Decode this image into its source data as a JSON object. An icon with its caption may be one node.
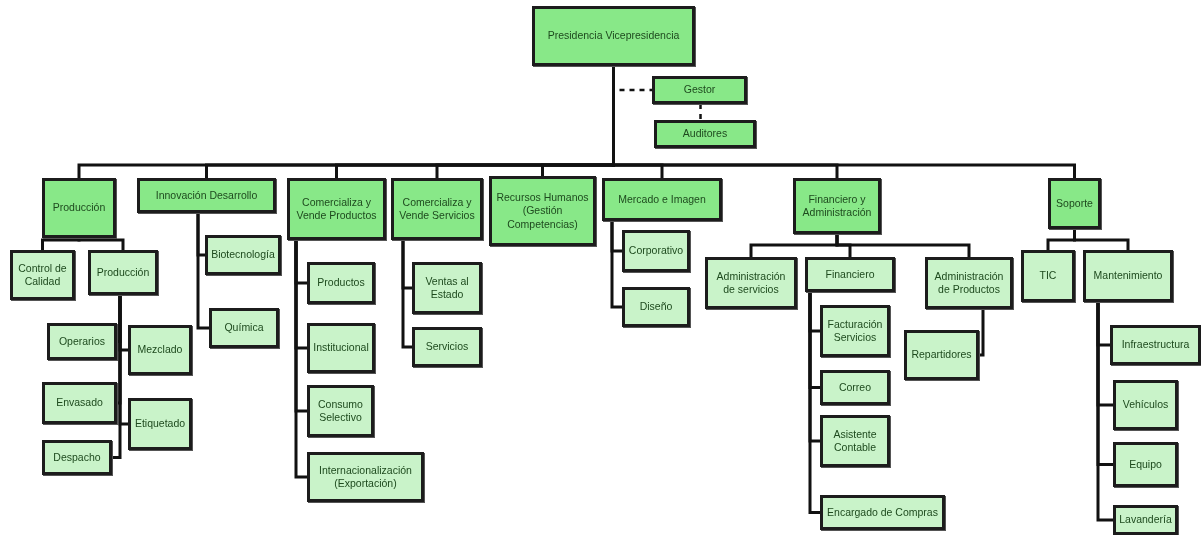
{
  "diagram": {
    "nodes": [
      {
        "text": [
          "Presidencia Vicepresidencia"
        ]
      },
      {
        "text": [
          "Gestor"
        ]
      },
      {
        "text": [
          "Auditores"
        ]
      },
      {
        "text": [
          "Producción"
        ]
      },
      {
        "text": [
          "Innovación Desarrollo"
        ]
      },
      {
        "text": [
          "Comercializa y Vende Productos"
        ]
      },
      {
        "text": [
          "Comercializa y Vende Servicios"
        ]
      },
      {
        "text": [
          "Recursos Humanos (Gestión Competencias)"
        ]
      },
      {
        "text": [
          "Mercado e Imagen"
        ]
      },
      {
        "text": [
          "Financiero y Administración"
        ]
      },
      {
        "text": [
          "Soporte"
        ]
      },
      {
        "text": [
          "Control de Calidad"
        ]
      },
      {
        "text": [
          "Producción"
        ]
      },
      {
        "text": [
          "Operarios"
        ]
      },
      {
        "text": [
          "Mezclado"
        ]
      },
      {
        "text": [
          "Envasado"
        ]
      },
      {
        "text": [
          "Etiquetado"
        ]
      },
      {
        "text": [
          "Despacho"
        ]
      },
      {
        "text": [
          "Biotecnología"
        ]
      },
      {
        "text": [
          "Química"
        ]
      },
      {
        "text": [
          "Productos"
        ]
      },
      {
        "text": [
          "Institucional"
        ]
      },
      {
        "text": [
          "Consumo Selectivo"
        ]
      },
      {
        "text": [
          "Internacionalización (Exportación)"
        ]
      },
      {
        "text": [
          "Ventas al Estado"
        ]
      },
      {
        "text": [
          "Servicios"
        ]
      },
      {
        "text": [
          "Corporativo"
        ]
      },
      {
        "text": [
          "Diseño"
        ]
      },
      {
        "text": [
          "Administración de servicios"
        ]
      },
      {
        "text": [
          "Financiero"
        ]
      },
      {
        "text": [
          "Administración de Productos"
        ]
      },
      {
        "text": [
          "Facturación Servicios"
        ]
      },
      {
        "text": [
          "Correo"
        ]
      },
      {
        "text": [
          "Asistente Contable"
        ]
      },
      {
        "text": [
          "Encargado de Compras"
        ]
      },
      {
        "text": [
          "Repartidores"
        ]
      },
      {
        "text": [
          "TIC"
        ]
      },
      {
        "text": [
          "Mantenimiento"
        ]
      },
      {
        "text": [
          "Infraestructura"
        ]
      },
      {
        "text": [
          "Vehículos"
        ]
      },
      {
        "text": [
          "Equipo"
        ]
      },
      {
        "text": [
          "Lavandería"
        ]
      }
    ],
    "edges": [
      {
        "from": 0,
        "to": 1,
        "arrow": "none",
        "style": "dashed"
      },
      {
        "from": 1,
        "to": 2,
        "arrow": "none",
        "style": "dashed"
      },
      {
        "from": 0,
        "to": 3,
        "arrow": "none"
      },
      {
        "from": 0,
        "to": 4,
        "arrow": "none"
      },
      {
        "from": 0,
        "to": 5,
        "arrow": "none"
      },
      {
        "from": 0,
        "to": 6,
        "arrow": "none"
      },
      {
        "from": 0,
        "to": 7,
        "arrow": "none"
      },
      {
        "from": 0,
        "to": 8,
        "arrow": "none"
      },
      {
        "from": 0,
        "to": 9,
        "arrow": "none"
      },
      {
        "from": 0,
        "to": 10,
        "arrow": "none"
      },
      {
        "from": 3,
        "to": 11,
        "arrow": "none"
      },
      {
        "from": 3,
        "to": 12,
        "arrow": "none"
      },
      {
        "from": 12,
        "to": 13,
        "arrow": "none"
      },
      {
        "from": 12,
        "to": 14,
        "arrow": "none"
      },
      {
        "from": 12,
        "to": 15,
        "arrow": "none"
      },
      {
        "from": 12,
        "to": 16,
        "arrow": "none"
      },
      {
        "from": 12,
        "to": 17,
        "arrow": "none"
      },
      {
        "from": 4,
        "to": 18,
        "arrow": "none"
      },
      {
        "from": 4,
        "to": 19,
        "arrow": "none"
      },
      {
        "from": 5,
        "to": 20,
        "arrow": "none"
      },
      {
        "from": 5,
        "to": 21,
        "arrow": "none"
      },
      {
        "from": 5,
        "to": 22,
        "arrow": "none"
      },
      {
        "from": 5,
        "to": 23,
        "arrow": "none"
      },
      {
        "from": 6,
        "to": 24,
        "arrow": "none"
      },
      {
        "from": 6,
        "to": 25,
        "arrow": "none"
      },
      {
        "from": 8,
        "to": 26,
        "arrow": "none"
      },
      {
        "from": 8,
        "to": 27,
        "arrow": "none"
      },
      {
        "from": 9,
        "to": 28,
        "arrow": "none"
      },
      {
        "from": 9,
        "to": 29,
        "arrow": "none"
      },
      {
        "from": 9,
        "to": 30,
        "arrow": "none"
      },
      {
        "from": 29,
        "to": 31,
        "arrow": "none"
      },
      {
        "from": 29,
        "to": 32,
        "arrow": "none"
      },
      {
        "from": 29,
        "to": 33,
        "arrow": "none"
      },
      {
        "from": 29,
        "to": 34,
        "arrow": "none"
      },
      {
        "from": 30,
        "to": 35,
        "arrow": "none"
      },
      {
        "from": 10,
        "to": 36,
        "arrow": "none"
      },
      {
        "from": 10,
        "to": 37,
        "arrow": "none"
      },
      {
        "from": 37,
        "to": 38,
        "arrow": "none"
      },
      {
        "from": 37,
        "to": 39,
        "arrow": "none"
      },
      {
        "from": 37,
        "to": 40,
        "arrow": "none"
      },
      {
        "from": 37,
        "to": 41,
        "arrow": "none"
      }
    ]
  }
}
